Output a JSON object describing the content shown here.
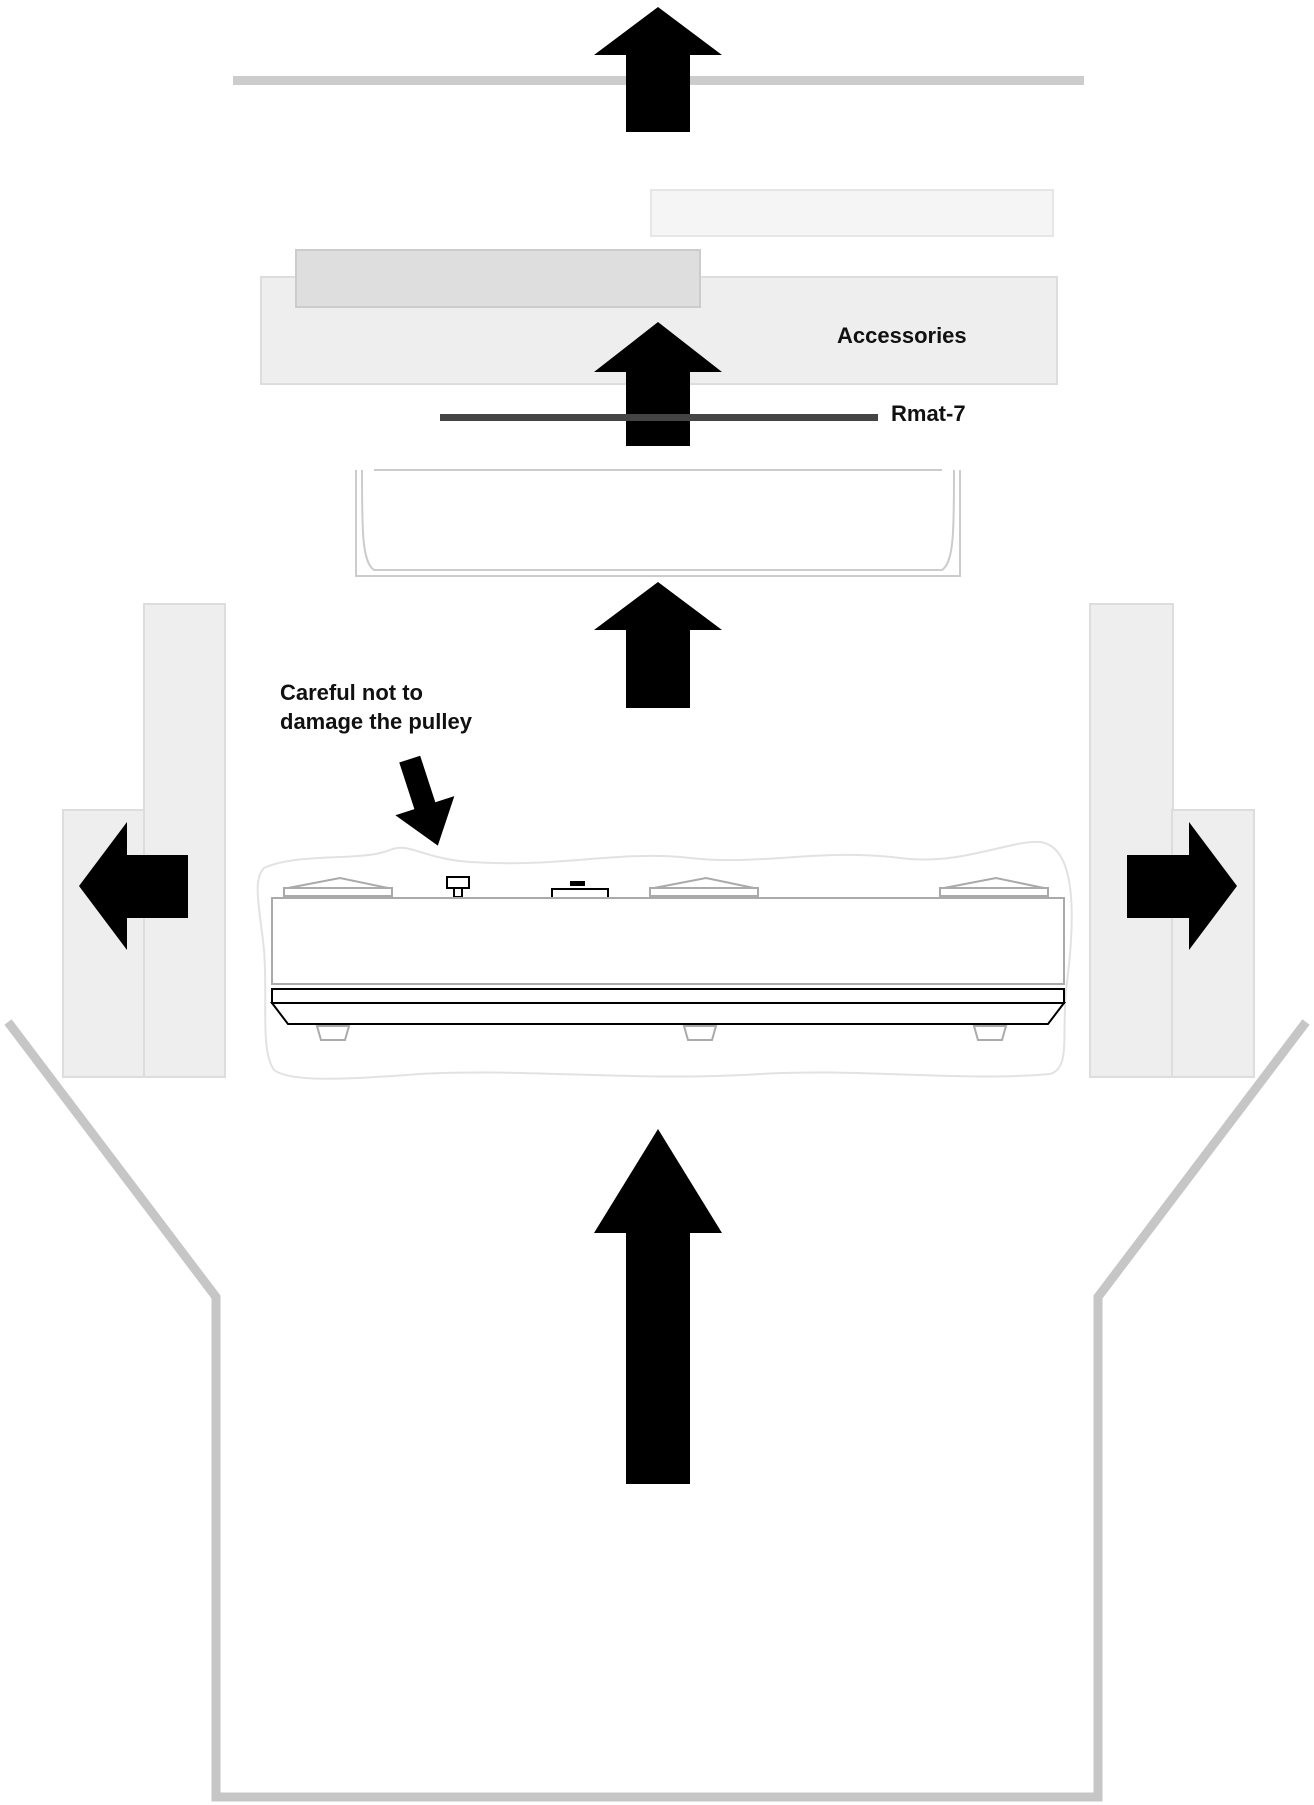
{
  "labels": {
    "accessories": "Accessories",
    "mat": "Rmat-7",
    "caution_line1": "Careful not to",
    "caution_line2": "damage the pulley"
  },
  "colors": {
    "arrow": "#000000",
    "box_outline": "#c6c6c6",
    "panel_fill": "#eeeeee",
    "panel_stroke": "#dddddd",
    "mat": "#444444",
    "turntable_outline": "#000000",
    "light_line": "#cccccc"
  },
  "icons": {
    "up": "arrow-up-icon",
    "left": "arrow-left-icon",
    "right": "arrow-right-icon",
    "down_diagonal": "arrow-down-diagonal-icon"
  }
}
